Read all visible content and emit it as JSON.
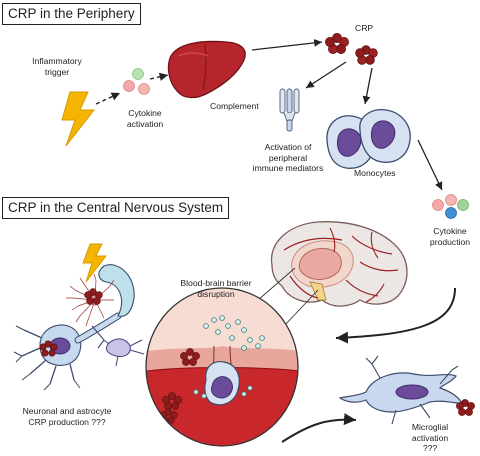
{
  "sections": {
    "periphery_title": "CRP in the Periphery",
    "cns_title": "CRP in the Central Nervous System"
  },
  "labels": {
    "inflammatory_trigger": "Inflammatory\ntrigger",
    "cytokine_activation": "Cytokine\nactivation",
    "crp": "CRP",
    "complement": "Complement",
    "activation_mediators": "Activation of\nperipheral\nimmune mediators",
    "monocytes": "Monocytes",
    "cytokine_production": "Cytokine\nproduction",
    "bbb_disruption": "Blood-brain barrier\ndisruption",
    "neuronal_astrocyte": "Neuronal and astrocyte\nCRP production ???",
    "microglial_activation": "Microglial\nactivation\n???"
  },
  "colors": {
    "crp_red": "#8e1c1c",
    "liver": "#b0242a",
    "lightning": "#f4b400",
    "monocyte_nucleus": "#6b4c9a",
    "cytokine_pink": "#f08c8c",
    "cytokine_green": "#9ed39a",
    "cytokine_blue": "#3e8fd6",
    "brain_pink": "#efc3b6",
    "blood_red": "#c8282c"
  }
}
